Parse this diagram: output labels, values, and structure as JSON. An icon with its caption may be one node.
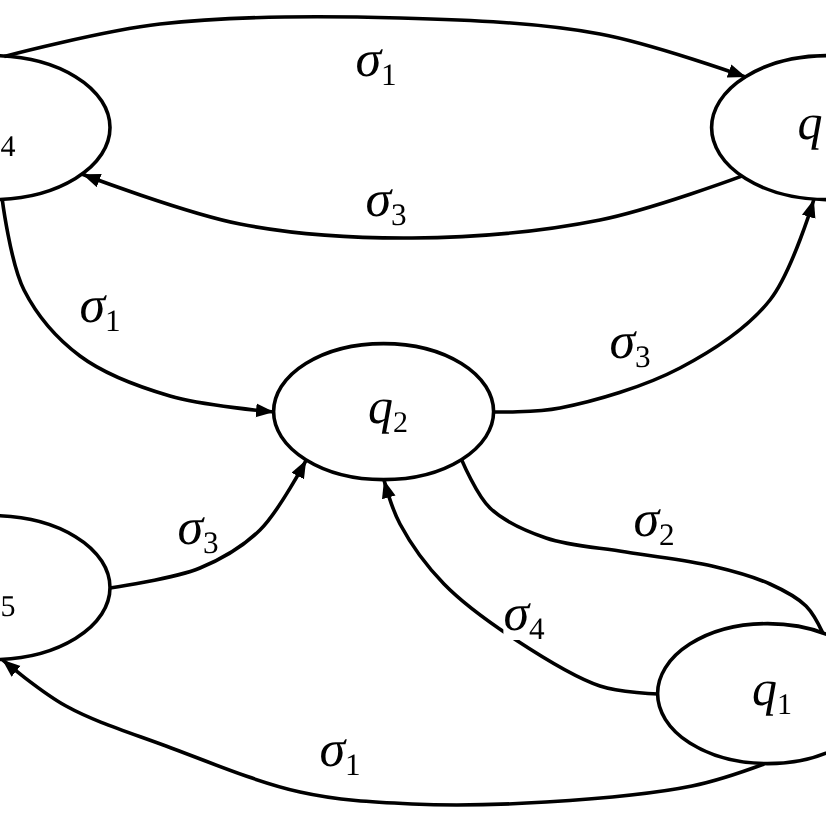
{
  "diagram": {
    "nodes": [
      {
        "text": [
          "$_{4}$"
        ]
      },
      {
        "text": [
          "q"
        ]
      },
      {
        "text": [
          "q$_{2}$"
        ]
      },
      {
        "text": [
          "$_{5}$"
        ]
      },
      {
        "text": [
          "q$_{1}$"
        ]
      }
    ],
    "edges": [
      {
        "from": 0,
        "to": 1,
        "arrow": "to",
        "label": "σ$_{1}$"
      },
      {
        "from": 1,
        "to": 0,
        "arrow": "to",
        "label": "σ$_{3}$"
      },
      {
        "from": 0,
        "to": 2,
        "arrow": "to",
        "label": "σ$_{1}$"
      },
      {
        "from": 2,
        "to": 1,
        "arrow": "to",
        "label": "σ$_{3}$"
      },
      {
        "from": 3,
        "to": 2,
        "arrow": "to",
        "label": "σ$_{3}$"
      },
      {
        "from": 2,
        "to": 4,
        "arrow": "none",
        "label": "σ$_{2}$"
      },
      {
        "from": 4,
        "to": 2,
        "arrow": "to",
        "label": "σ$_{4}$"
      },
      {
        "from": 4,
        "to": 3,
        "arrow": "to",
        "label": "σ$_{1}$"
      }
    ]
  }
}
